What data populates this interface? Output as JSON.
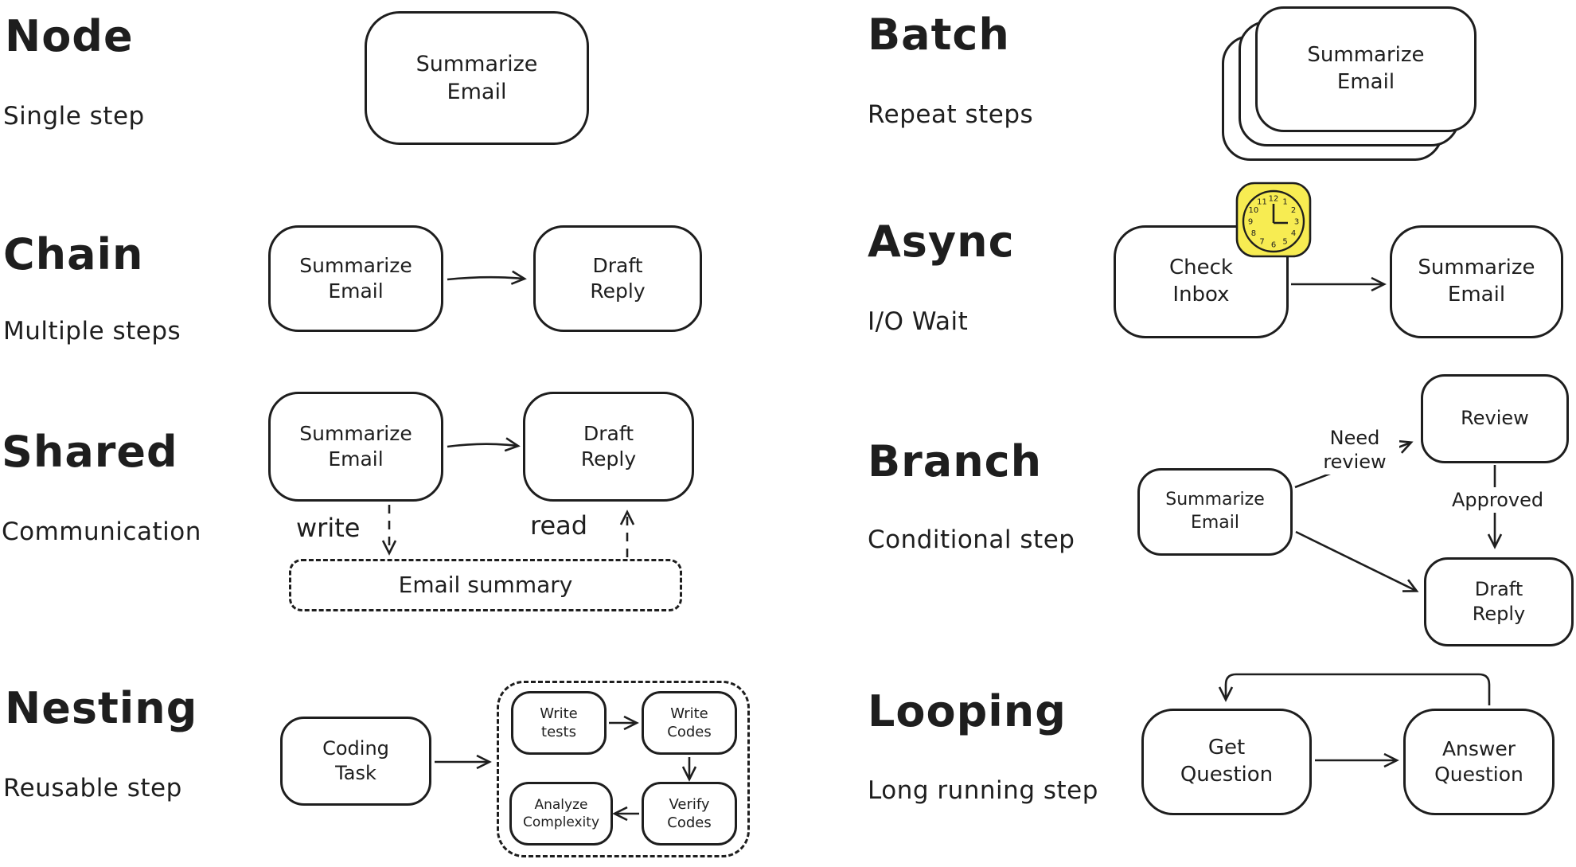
{
  "colors": {
    "stroke": "#1e1e1e",
    "background": "#ffffff",
    "clock_fill": "#f7ec52"
  },
  "sections": {
    "node": {
      "title": "Node",
      "subtitle": "Single step",
      "box_label": "Summarize\nEmail"
    },
    "chain": {
      "title": "Chain",
      "subtitle": "Multiple steps",
      "box1_label": "Summarize\nEmail",
      "box2_label": "Draft\nReply"
    },
    "shared": {
      "title": "Shared",
      "subtitle": "Communication",
      "box1_label": "Summarize\nEmail",
      "box2_label": "Draft\nReply",
      "write_label": "write",
      "read_label": "read",
      "store_label": "Email summary"
    },
    "nesting": {
      "title": "Nesting",
      "subtitle": "Reusable step",
      "task_label": "Coding\nTask",
      "inner": {
        "write_tests": "Write\ntests",
        "write_codes": "Write\nCodes",
        "verify_codes": "Verify\nCodes",
        "analyze_complexity": "Analyze\nComplexity"
      }
    },
    "batch": {
      "title": "Batch",
      "subtitle": "Repeat steps",
      "box_label": "Summarize\nEmail"
    },
    "async": {
      "title": "Async",
      "subtitle": "I/O Wait",
      "box1_label": "Check\nInbox",
      "box2_label": "Summarize\nEmail",
      "clock_icon": {
        "numbers": [
          "12",
          "1",
          "2",
          "3",
          "4",
          "5",
          "6",
          "7",
          "8",
          "9",
          "10",
          "11"
        ]
      }
    },
    "branch": {
      "title": "Branch",
      "subtitle": "Conditional step",
      "source_label": "Summarize\nEmail",
      "review_label": "Review",
      "draft_label": "Draft\nReply",
      "need_review_label": "Need\nreview",
      "approved_label": "Approved"
    },
    "looping": {
      "title": "Looping",
      "subtitle": "Long running step",
      "box1_label": "Get\nQuestion",
      "box2_label": "Answer\nQuestion"
    }
  }
}
